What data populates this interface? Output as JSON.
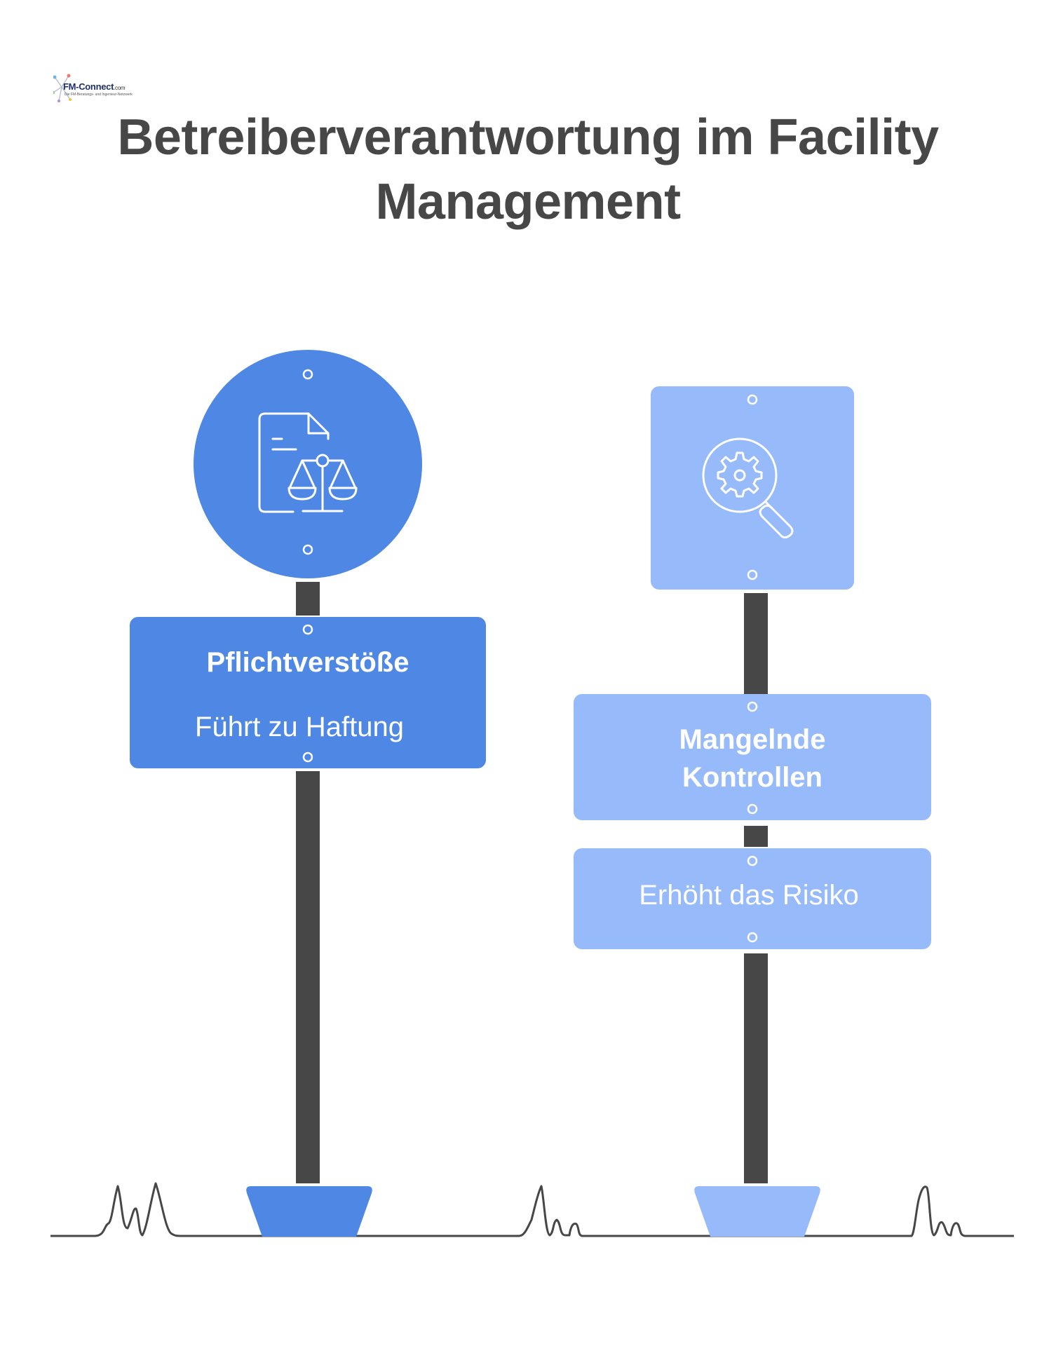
{
  "logo": {
    "name": "FM-Connect",
    "suffix": ".com",
    "tagline": "Die FM-Beratungs- und Ingenieur-Netzwerk"
  },
  "title": "Betreiberverantwortung im Facility Management",
  "signs": [
    {
      "heading": "Pflichtverstöße",
      "subtext": "Führt zu Haftung",
      "icon": "document-scales-icon",
      "color": "#4F87E4"
    },
    {
      "heading": "Mangelnde Kontrollen",
      "subtext": "Erhöht das Risiko",
      "icon": "gear-magnifier-icon",
      "color": "#97BBFA"
    }
  ],
  "colors": {
    "pole": "#474747",
    "title": "#474747",
    "ground": "#474747"
  }
}
